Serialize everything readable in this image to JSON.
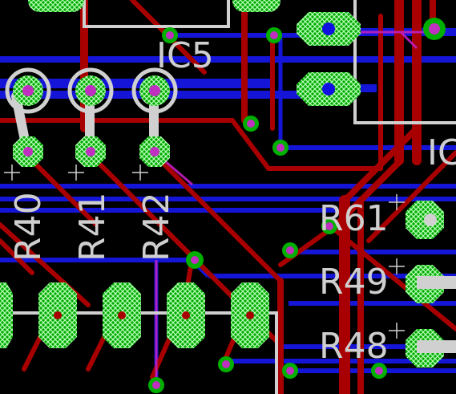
{
  "colors": {
    "background": "#000000",
    "top_copper": "#b00000",
    "bottom_copper": "#1010e0",
    "pad_fill": "#00b000",
    "pad_hatch": "#b8ffb8",
    "silkscreen": "#d0d0d0",
    "via_ring": "#00c000",
    "via_hole": "#c030c0",
    "airwire": "#c000c0"
  },
  "labels": {
    "ic5": "IC5",
    "ic_partial": "IC",
    "r40": "R40",
    "r41": "R41",
    "r42": "R42",
    "r61": "R61",
    "r49": "R49",
    "r48": "R48"
  }
}
